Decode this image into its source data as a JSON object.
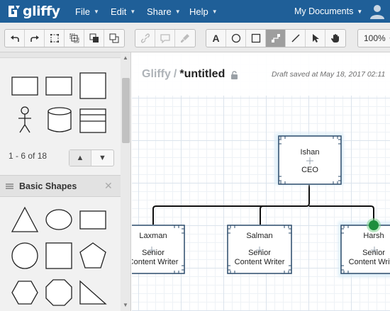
{
  "app": {
    "logo_text": "gliffy"
  },
  "menu": {
    "file": "File",
    "edit": "Edit",
    "share": "Share",
    "help": "Help",
    "my_documents": "My Documents"
  },
  "toolbar": {
    "zoom": "100%"
  },
  "sidebar": {
    "pager": "1 - 6 of 18",
    "section_title": "Basic Shapes"
  },
  "document": {
    "app_name": "Gliffy",
    "separator": "/",
    "name": "*untitled",
    "saved_text": "Draft saved at May 18, 2017 02:11"
  },
  "diagram": {
    "ceo": {
      "name": "Ishan",
      "title": "CEO"
    },
    "children": [
      {
        "name": "Laxman",
        "title1": "Senior",
        "title2": "Content Writer"
      },
      {
        "name": "Salman",
        "title1": "Senior",
        "title2": "Content Writer"
      },
      {
        "name": "Harsh",
        "title1": "Senior",
        "title2": "Content Writer"
      }
    ]
  },
  "colors": {
    "topbar": "#1f5f98",
    "node_border": "#2a4a6a",
    "connector_handle": "#1e8e3e"
  }
}
